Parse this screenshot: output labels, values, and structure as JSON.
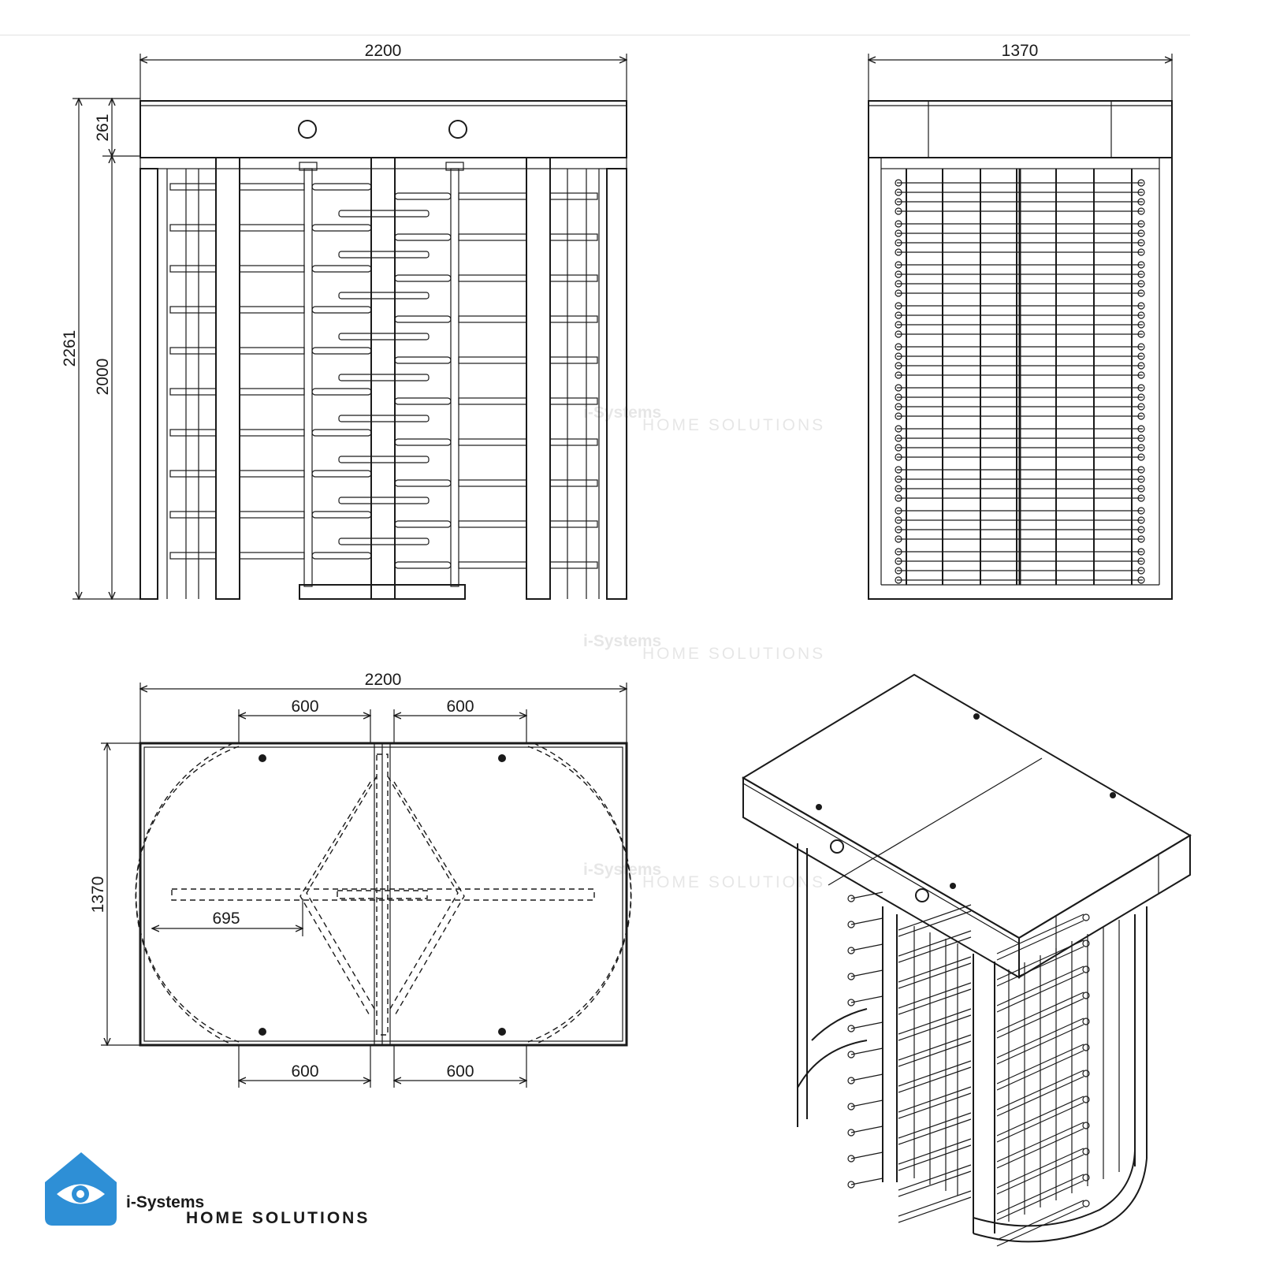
{
  "front_view": {
    "width": "2200",
    "top_height": "261",
    "total_height": "2261",
    "passage_height": "2000"
  },
  "side_view": {
    "width": "1370"
  },
  "plan_view": {
    "width": "2200",
    "depth": "1370",
    "top_left_span": "600",
    "top_right_span": "600",
    "bottom_left_span": "600",
    "bottom_right_span": "600",
    "arm_length": "695"
  },
  "logo": {
    "name": "i-Systems",
    "tagline": "HOME SOLUTIONS",
    "color": "#2e8fd6"
  },
  "watermark": {
    "name": "i-Systems",
    "tagline": "HOME SOLUTIONS"
  }
}
